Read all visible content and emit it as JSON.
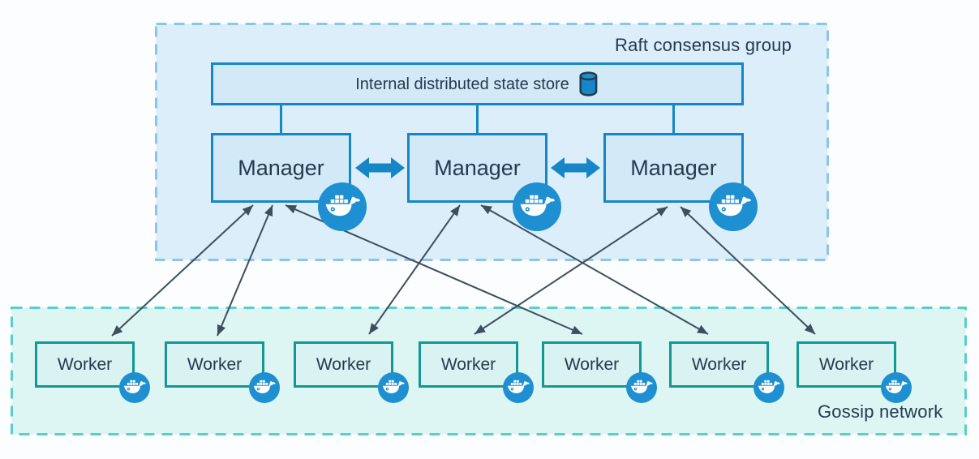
{
  "raft_group": {
    "label": "Raft consensus group",
    "state_store": {
      "label": "Internal distributed state store",
      "icon": "database-cylinder-icon"
    },
    "managers": [
      {
        "label": "Manager",
        "icon": "docker-whale-icon"
      },
      {
        "label": "Manager",
        "icon": "docker-whale-icon"
      },
      {
        "label": "Manager",
        "icon": "docker-whale-icon"
      }
    ]
  },
  "gossip_network": {
    "label": "Gossip network",
    "workers": [
      {
        "label": "Worker",
        "icon": "docker-whale-icon"
      },
      {
        "label": "Worker",
        "icon": "docker-whale-icon"
      },
      {
        "label": "Worker",
        "icon": "docker-whale-icon"
      },
      {
        "label": "Worker",
        "icon": "docker-whale-icon"
      },
      {
        "label": "Worker",
        "icon": "docker-whale-icon"
      },
      {
        "label": "Worker",
        "icon": "docker-whale-icon"
      },
      {
        "label": "Worker",
        "icon": "docker-whale-icon"
      }
    ]
  },
  "links": {
    "state_store_to_managers": [
      "Manager 1",
      "Manager 2",
      "Manager 3"
    ],
    "manager_peer_links": [
      {
        "from": "Manager 1",
        "to": "Manager 2",
        "style": "thick-bidirectional-arrow"
      },
      {
        "from": "Manager 2",
        "to": "Manager 3",
        "style": "thick-bidirectional-arrow"
      }
    ],
    "manager_worker_links": [
      {
        "from": "Manager 1",
        "to": "Worker 1",
        "style": "thin-bidirectional-arrow"
      },
      {
        "from": "Manager 1",
        "to": "Worker 2",
        "style": "thin-bidirectional-arrow"
      },
      {
        "from": "Manager 1",
        "to": "Worker 5",
        "style": "thin-bidirectional-arrow"
      },
      {
        "from": "Manager 2",
        "to": "Worker 3",
        "style": "thin-bidirectional-arrow"
      },
      {
        "from": "Manager 2",
        "to": "Worker 6",
        "style": "thin-bidirectional-arrow"
      },
      {
        "from": "Manager 3",
        "to": "Worker 4",
        "style": "thin-bidirectional-arrow"
      },
      {
        "from": "Manager 3",
        "to": "Worker 7",
        "style": "thin-bidirectional-arrow"
      }
    ]
  },
  "colors": {
    "canvas_bg": "#fcfdfe",
    "strong_blue": "#1786c6",
    "raft_fill": "#dbeefa",
    "raft_dash": "#8cc5ea",
    "node_blue_fill": "#d2e9f7",
    "gossip_fill": "#ddf5f3",
    "gossip_dash": "#59cfc6",
    "teal_border": "#13998f",
    "worker_fill": "#d8f3f1",
    "navy_text": "#243b4f",
    "arrow_dark": "#3e4e5d",
    "docker_blue": "#1e8fd0"
  }
}
